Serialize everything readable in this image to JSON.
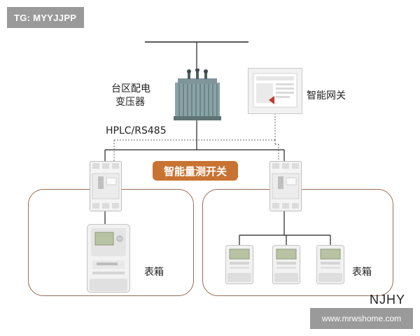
{
  "watermark_top": "TG: MYYJJPP",
  "watermark_bottom": "www.mrwshome.com",
  "corner_text": "NJHY",
  "transformer_label_line1": "台区配电",
  "transformer_label_line2": "变压器",
  "gateway_label": "智能网关",
  "protocol_label": "HPLC/RS485",
  "switch_badge": "智能量测开关",
  "left_box_label": "表箱",
  "right_box_label": "表箱",
  "colors": {
    "badge": "#c87332",
    "box_border": "#9a6b4f",
    "watermark_bg": "#9a9a9a"
  },
  "icons": [
    "transformer-icon",
    "gateway-icon",
    "breaker-icon",
    "meter-icon"
  ]
}
